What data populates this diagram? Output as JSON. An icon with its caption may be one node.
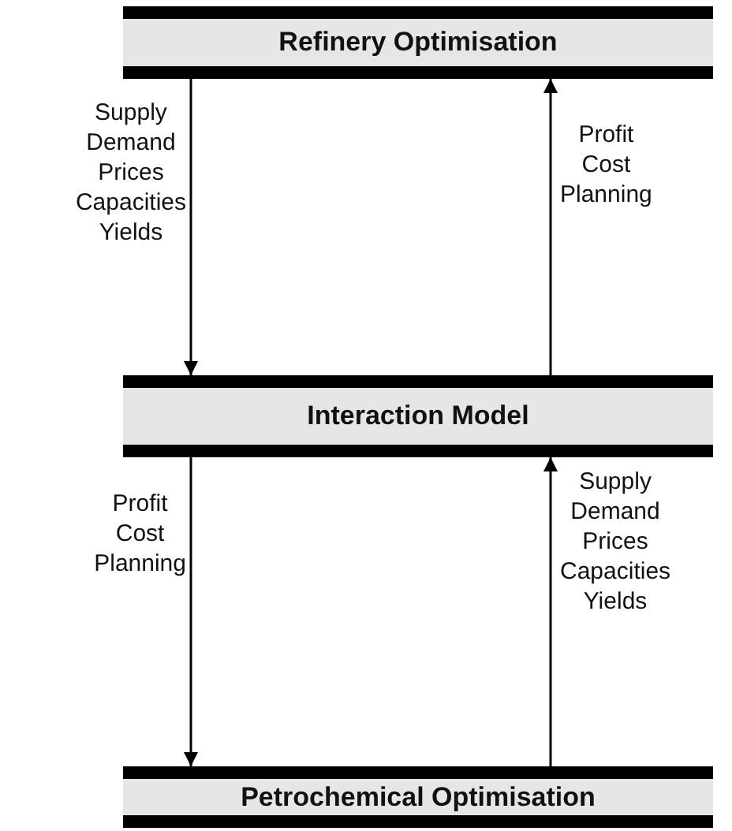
{
  "diagram": {
    "nodes": [
      {
        "text": [
          "Refinery Optimisation"
        ]
      },
      {
        "text": [
          "Interaction Model"
        ]
      },
      {
        "text": [
          "Petrochemical Optimisation"
        ]
      }
    ],
    "edges": [
      {
        "from": 0,
        "to": 1,
        "arrow": "to",
        "label": "Supply Demand Prices Capacities Yields"
      },
      {
        "from": 1,
        "to": 0,
        "arrow": "to",
        "label": "Profit Cost Planning"
      },
      {
        "from": 1,
        "to": 2,
        "arrow": "to",
        "label": "Profit Cost Planning"
      },
      {
        "from": 2,
        "to": 1,
        "arrow": "to",
        "label": "Supply Demand Prices Capacities Yields"
      }
    ]
  }
}
